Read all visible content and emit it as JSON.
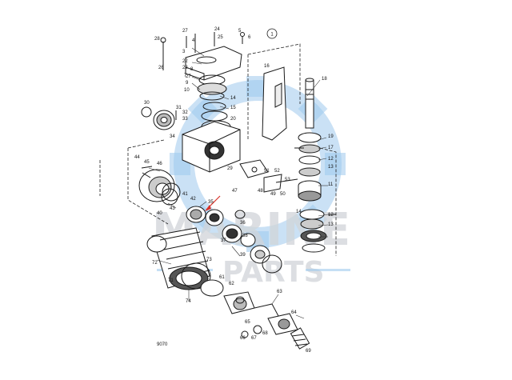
{
  "diagram": {
    "figure_code": "9070",
    "panel_number": "1",
    "callouts": [
      {
        "id": "c1",
        "text": "28"
      },
      {
        "id": "c2",
        "text": "24"
      },
      {
        "id": "c3",
        "text": "5"
      },
      {
        "id": "c4",
        "text": "6"
      },
      {
        "id": "c5",
        "text": "27"
      },
      {
        "id": "c6",
        "text": "25"
      },
      {
        "id": "c7",
        "text": "4"
      },
      {
        "id": "c8",
        "text": "3"
      },
      {
        "id": "c9",
        "text": "22"
      },
      {
        "id": "c10",
        "text": "23"
      },
      {
        "id": "c11",
        "text": "26"
      },
      {
        "id": "c12",
        "text": "27"
      },
      {
        "id": "c13",
        "text": "9"
      },
      {
        "id": "c14",
        "text": "10"
      },
      {
        "id": "c15",
        "text": "14"
      },
      {
        "id": "c16",
        "text": "15"
      },
      {
        "id": "c17",
        "text": "20"
      },
      {
        "id": "c18",
        "text": "30"
      },
      {
        "id": "c19",
        "text": "31"
      },
      {
        "id": "c20",
        "text": "32"
      },
      {
        "id": "c21",
        "text": "33"
      },
      {
        "id": "c22",
        "text": "16"
      },
      {
        "id": "c23",
        "text": "18"
      },
      {
        "id": "c24",
        "text": "19"
      },
      {
        "id": "c25",
        "text": "17"
      },
      {
        "id": "c26",
        "text": "12"
      },
      {
        "id": "c27",
        "text": "13"
      },
      {
        "id": "c28",
        "text": "11"
      },
      {
        "id": "c29",
        "text": "14"
      },
      {
        "id": "c30",
        "text": "12"
      },
      {
        "id": "c31",
        "text": "13"
      },
      {
        "id": "c32",
        "text": "44"
      },
      {
        "id": "c33",
        "text": "45"
      },
      {
        "id": "c34",
        "text": "46"
      },
      {
        "id": "c35",
        "text": "51"
      },
      {
        "id": "c36",
        "text": "52"
      },
      {
        "id": "c37",
        "text": "49"
      },
      {
        "id": "c38",
        "text": "50"
      },
      {
        "id": "c39",
        "text": "40"
      },
      {
        "id": "c40",
        "text": "41"
      },
      {
        "id": "c41",
        "text": "42"
      },
      {
        "id": "c42",
        "text": "43"
      },
      {
        "id": "c43",
        "text": "35"
      },
      {
        "id": "c44",
        "text": "36"
      },
      {
        "id": "c45",
        "text": "38"
      },
      {
        "id": "c46",
        "text": "37"
      },
      {
        "id": "c47",
        "text": "39"
      },
      {
        "id": "c48",
        "text": "72"
      },
      {
        "id": "c49",
        "text": "71"
      },
      {
        "id": "c50",
        "text": "73"
      },
      {
        "id": "c51",
        "text": "74"
      },
      {
        "id": "c52",
        "text": "62"
      },
      {
        "id": "c53",
        "text": "61"
      },
      {
        "id": "c54",
        "text": "63"
      },
      {
        "id": "c55",
        "text": "64"
      },
      {
        "id": "c56",
        "text": "65"
      },
      {
        "id": "c57",
        "text": "66"
      },
      {
        "id": "c58",
        "text": "67"
      },
      {
        "id": "c59",
        "text": "68"
      },
      {
        "id": "c60",
        "text": "69"
      },
      {
        "id": "c61",
        "text": "7"
      },
      {
        "id": "c62",
        "text": "8"
      },
      {
        "id": "c63",
        "text": "34"
      },
      {
        "id": "c64",
        "text": "47"
      },
      {
        "id": "c65",
        "text": "48"
      },
      {
        "id": "c66",
        "text": "29"
      },
      {
        "id": "c67",
        "text": "53"
      }
    ]
  },
  "watermark": {
    "line1": "MARINE",
    "line2": "PARTS",
    "color_gear": "#7fb8e6",
    "color_text": "#c9cdd2"
  },
  "colors": {
    "ink": "#1a1a1a",
    "arrow": "#d9342b"
  }
}
